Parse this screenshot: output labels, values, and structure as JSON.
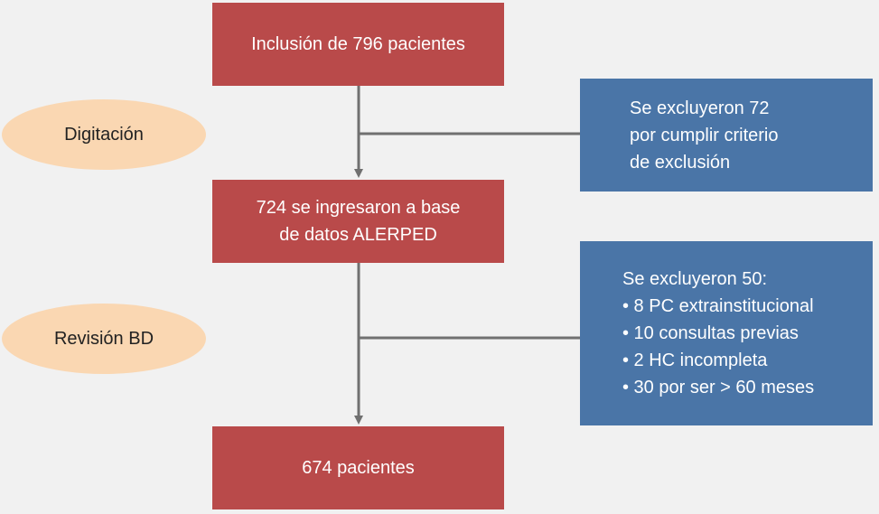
{
  "colors": {
    "background": "#f1f1f1",
    "main_box": "#b94a4a",
    "side_box": "#4a75a7",
    "phase_oval": "#fad7b2",
    "connector": "#707070"
  },
  "flow": {
    "step1": "Inclusión de 796 pacientes",
    "step2": [
      "724 se ingresaron a base",
      "de datos ALERPED"
    ],
    "step3": "674 pacientes"
  },
  "phases": {
    "phase1": "Digitación",
    "phase2": "Revisión BD"
  },
  "exclusions": {
    "first": [
      "Se excluyeron 72",
      "por cumplir criterio",
      "de exclusión"
    ],
    "second": [
      "Se excluyeron 50:",
      "• 8 PC extrainstitucional",
      "• 10 consultas previas",
      "• 2 HC incompleta",
      "• 30 por ser > 60 meses"
    ]
  }
}
